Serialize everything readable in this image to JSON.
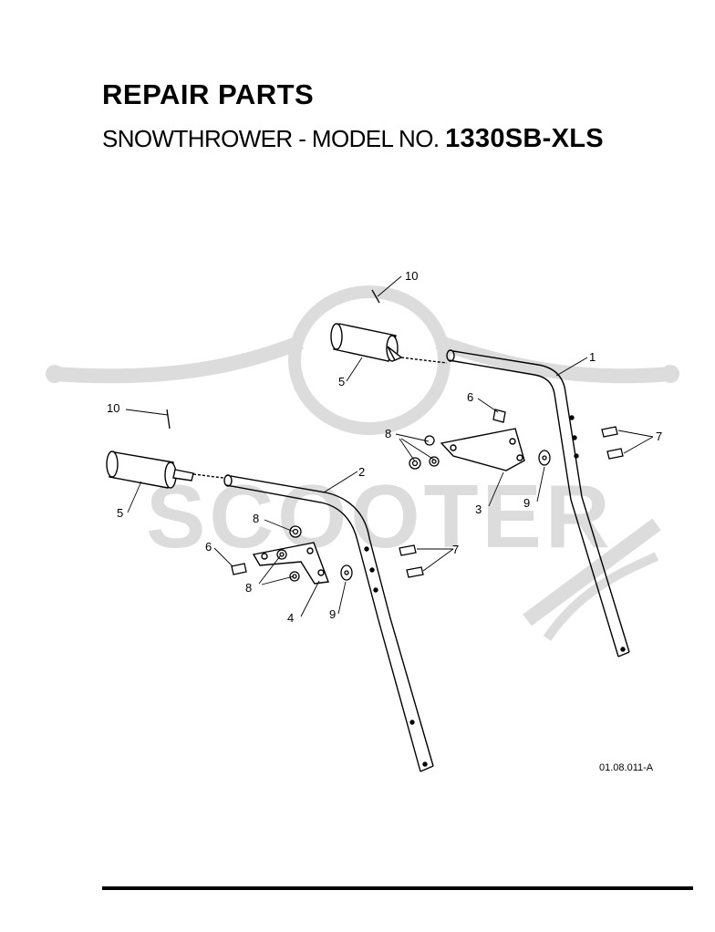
{
  "header": {
    "title": "REPAIR PARTS",
    "subtitle_prefix": "SNOWTHROWER - MODEL NO. ",
    "model_number": "1330SB-XLS"
  },
  "figure": {
    "code": "01.08.011-A",
    "callouts": {
      "c10_top": "10",
      "c1": "1",
      "c5_top": "5",
      "c10_left": "10",
      "c6_right": "6",
      "c8_right": "8",
      "c7_right": "7",
      "c2": "2",
      "c5_left": "5",
      "c3": "3",
      "c9_right": "9",
      "c8_left_top": "8",
      "c6_left": "6",
      "c7_mid": "7",
      "c8_left_bottom": "8",
      "c9_left": "9",
      "c4": "4"
    }
  },
  "watermark": {
    "text": "SCOOTER",
    "color": "#d9d9d9"
  }
}
